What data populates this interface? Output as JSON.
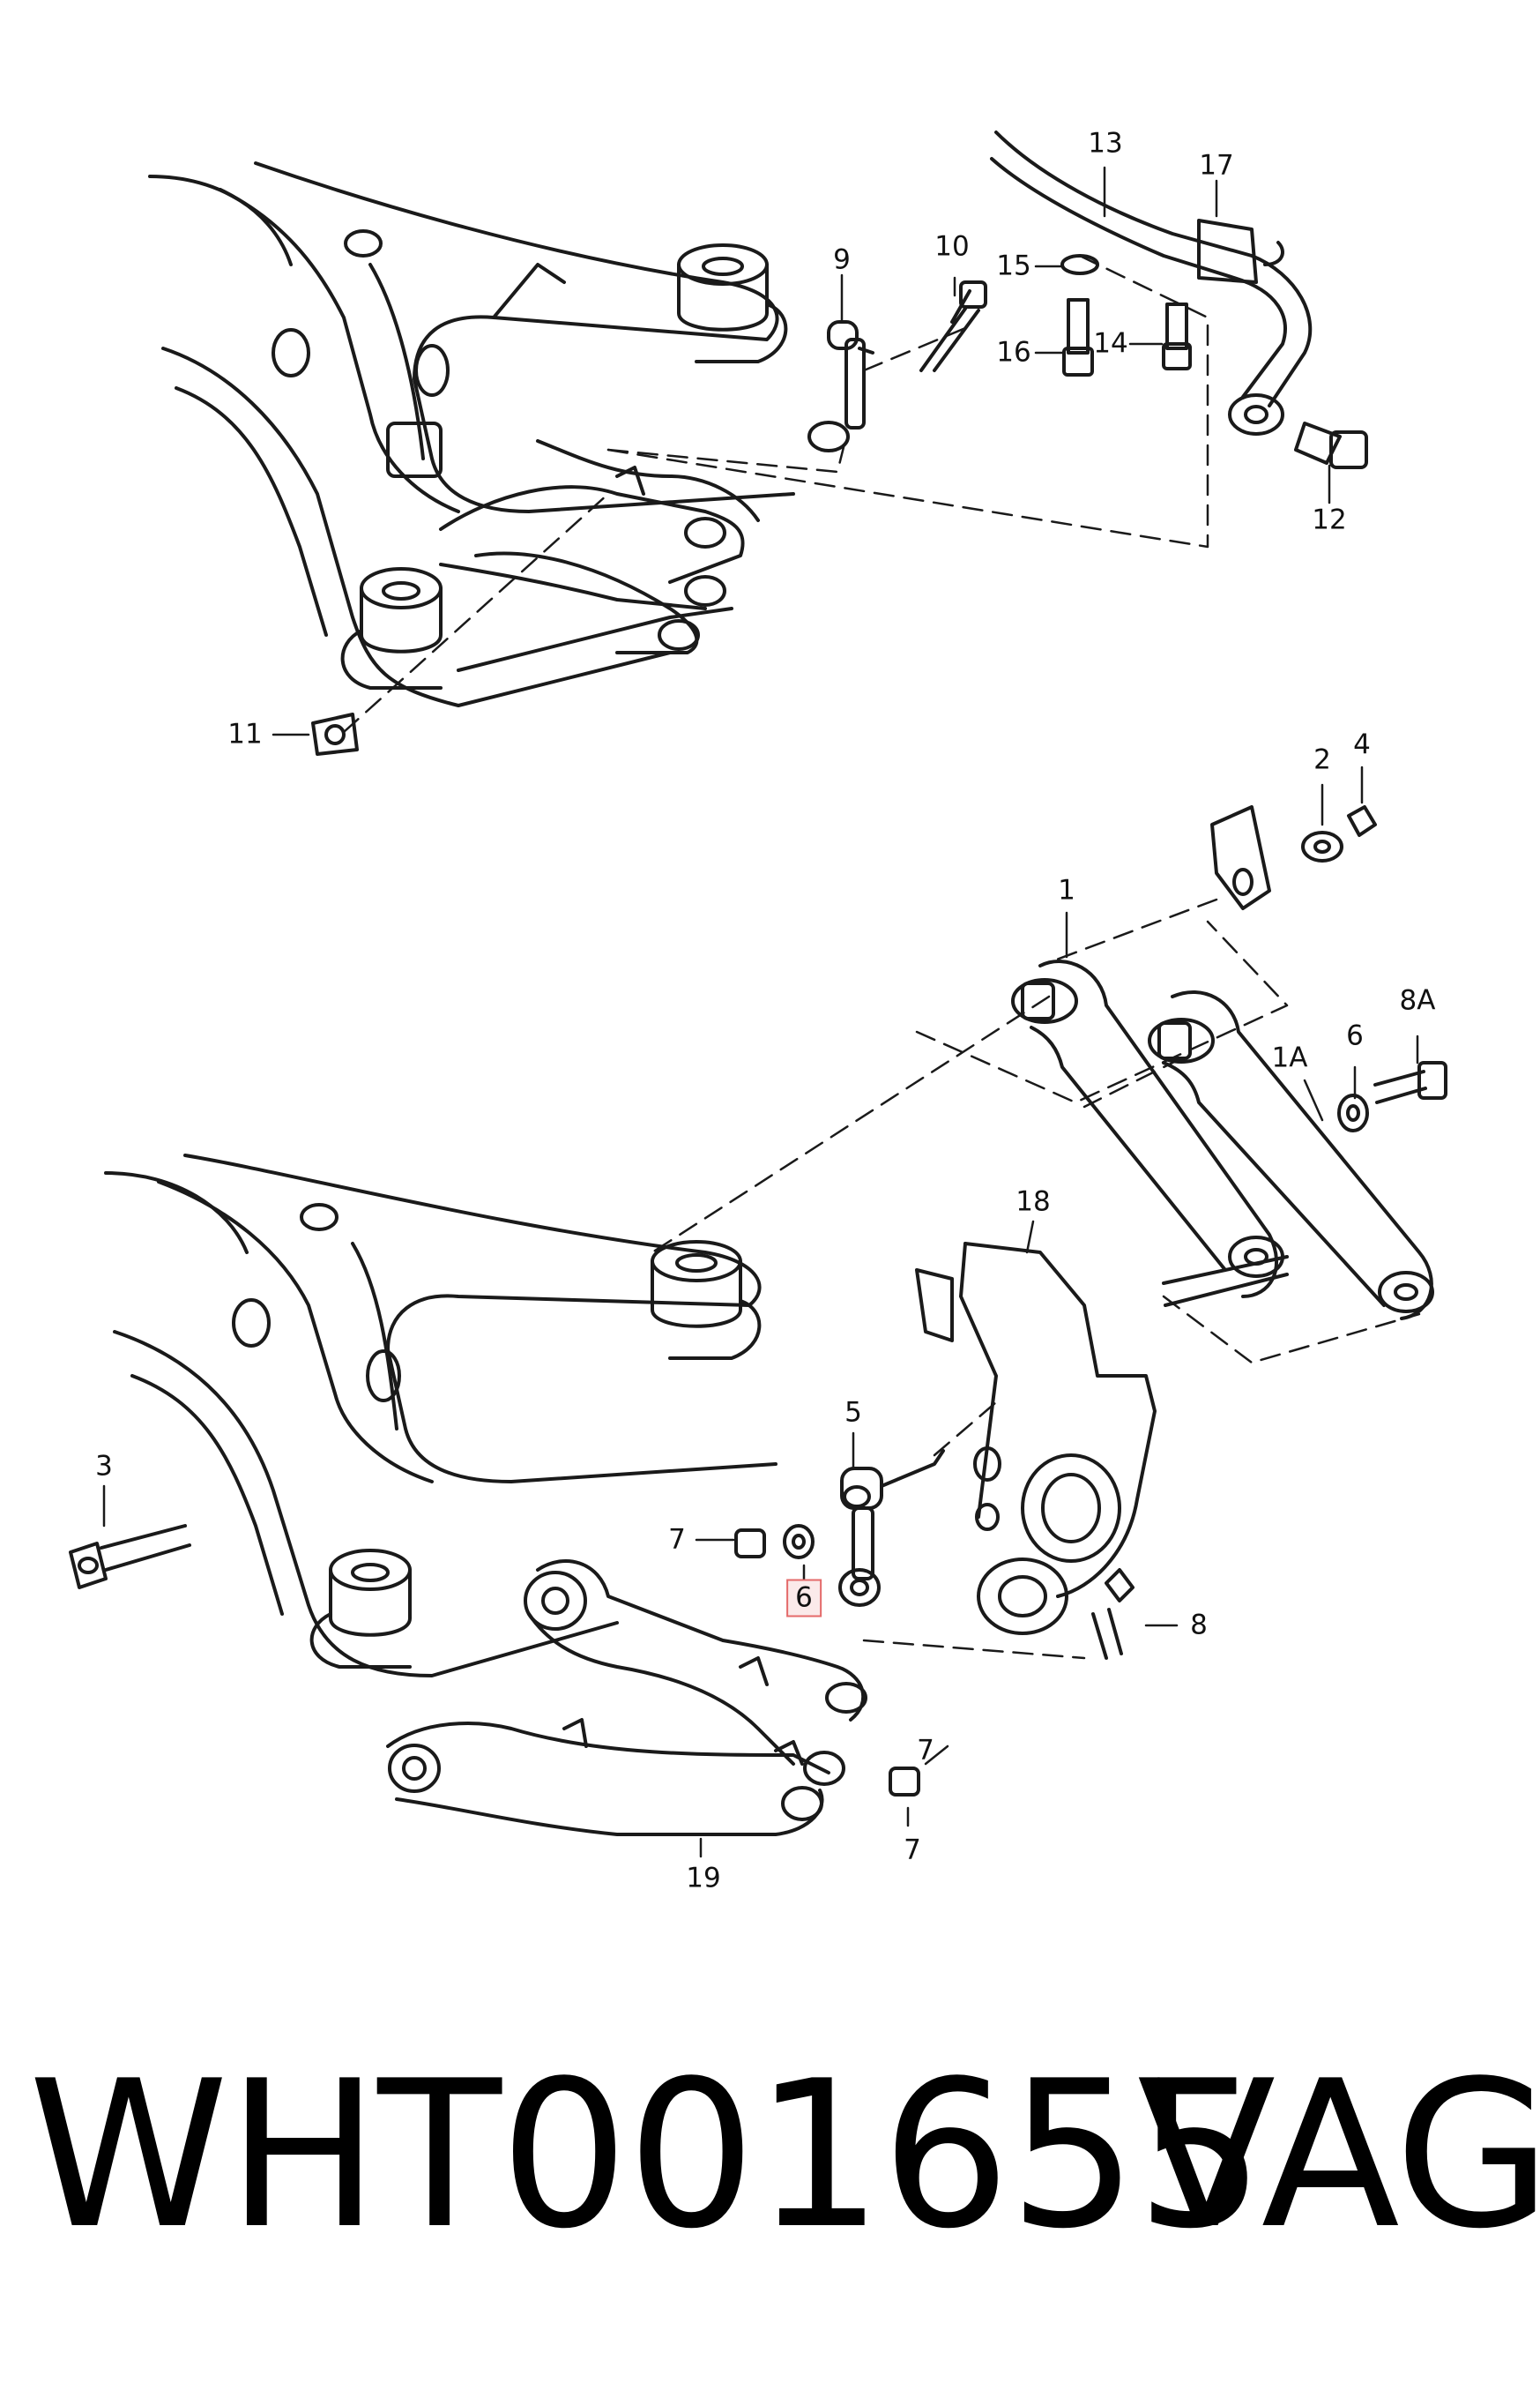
{
  "colors": {
    "line": "#1a1a1a",
    "highlight_border": "#e46a6a",
    "highlight_fill": "#fbeaea"
  },
  "callouts": {
    "c13": "13",
    "c17": "17",
    "c9": "9",
    "c10": "10",
    "c15": "15",
    "c16": "16",
    "c14": "14",
    "c12": "12",
    "c11": "11",
    "c2": "2",
    "c4": "4",
    "c1": "1",
    "c8a": "8A",
    "c1a": "1A",
    "c6_upper": "6",
    "c18": "18",
    "c5": "5",
    "c3": "3",
    "c7_left": "7",
    "c6_highlighted": "6",
    "c8": "8",
    "c7_right_upper": "7",
    "c7_right_lower": "7",
    "c19": "19"
  },
  "footer": {
    "part_number": "WHT001655",
    "brand": "VAG"
  }
}
